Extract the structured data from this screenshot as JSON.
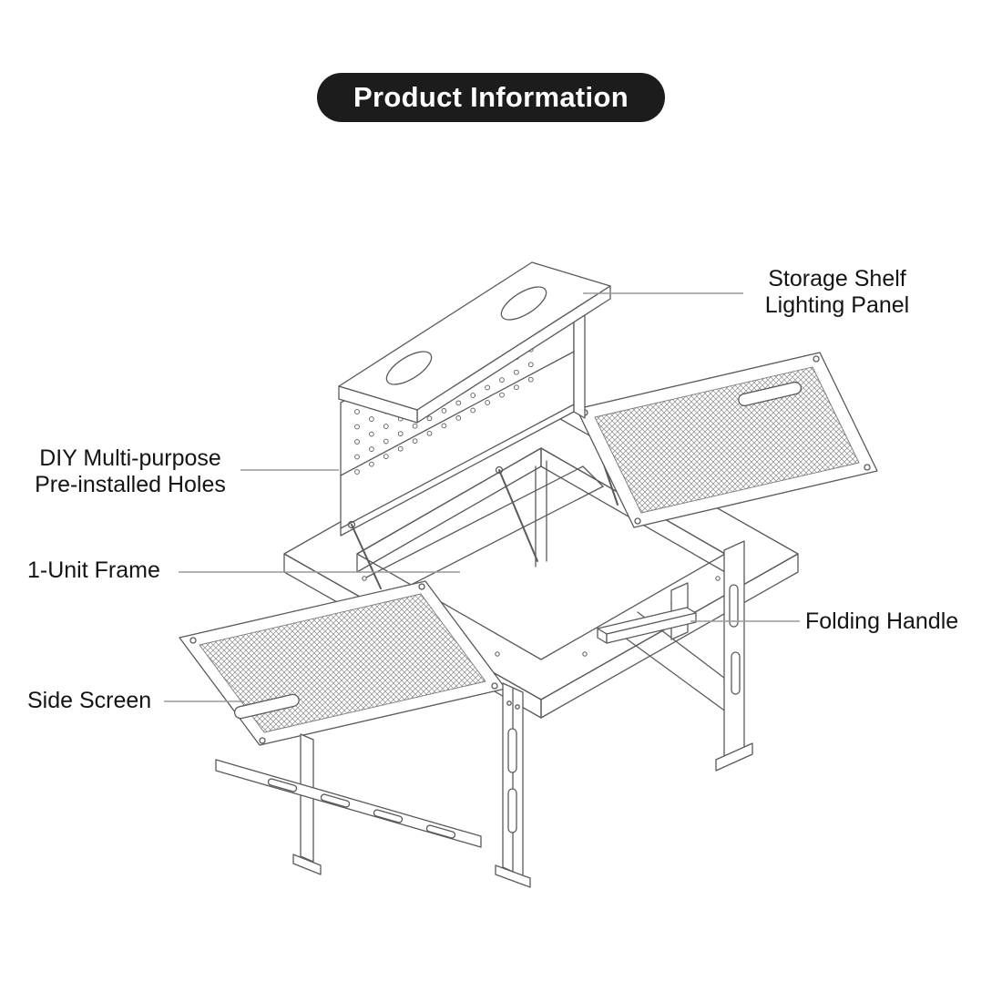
{
  "title": {
    "text": "Product Information"
  },
  "callouts": [
    {
      "id": "storage-shelf-lighting-panel",
      "lines": [
        "Storage Shelf",
        "Lighting Panel"
      ]
    },
    {
      "id": "diy-pre-installed-holes",
      "lines": [
        "DIY Multi-purpose",
        "Pre-installed Holes"
      ]
    },
    {
      "id": "one-unit-frame",
      "lines": [
        "1-Unit Frame"
      ]
    },
    {
      "id": "folding-handle",
      "lines": [
        "Folding Handle"
      ]
    },
    {
      "id": "side-screen",
      "lines": [
        "Side Screen"
      ]
    }
  ],
  "diagram": {
    "panel_holes": {
      "rows": 5,
      "cols": 13
    },
    "colors": {
      "line": "#5a5a5a",
      "mesh": "#8a8a8a",
      "leader": "#9a9a9a",
      "title_bg": "#1c1c1c",
      "title_text": "#ffffff",
      "label_text": "#141414",
      "background": "#ffffff"
    }
  }
}
